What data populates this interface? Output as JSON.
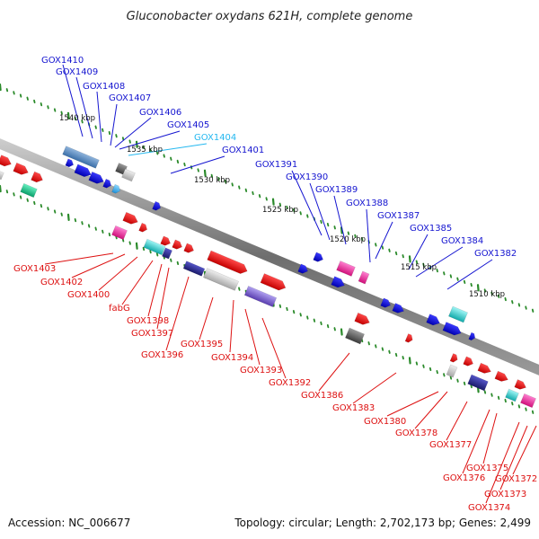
{
  "title": "Gluconobacter oxydans 621H, complete genome",
  "footer": {
    "accession": "Accession: NC_006677",
    "summary": "Topology: circular; Length: 2,702,173 bp; Genes: 2,499"
  },
  "colors": {
    "backbone": "#7d7d7d",
    "plus_label": "#1515d0",
    "minus_label": "#dd1010",
    "highlight_label": "#25b8f0",
    "tick": "#2a8a2a"
  },
  "scale_labels": [
    "1540 kbp",
    "1535 kbp",
    "1530 kbp",
    "1525 kbp",
    "1520 kbp",
    "1515 kbp",
    "1510 kbp"
  ],
  "top_genes": [
    "GOX1410",
    "GOX1409",
    "GOX1408",
    "GOX1407",
    "GOX1406",
    "GOX1405",
    "GOX1404",
    "GOX1401",
    "GOX1391",
    "GOX1390",
    "GOX1389",
    "GOX1388",
    "GOX1387",
    "GOX1385",
    "GOX1384",
    "GOX1382"
  ],
  "bottom_genes": [
    "GOX1403",
    "GOX1402",
    "GOX1400",
    "fabG",
    "GOX1398",
    "GOX1397",
    "GOX1396",
    "GOX1395",
    "GOX1394",
    "GOX1393",
    "GOX1392",
    "GOX1386",
    "GOX1383",
    "GOX1380",
    "GOX1378",
    "GOX1377",
    "GOX1376",
    "GOX1375",
    "GOX1374",
    "GOX1373",
    "GOX1372"
  ],
  "highlighted_gene": "GOX1404"
}
